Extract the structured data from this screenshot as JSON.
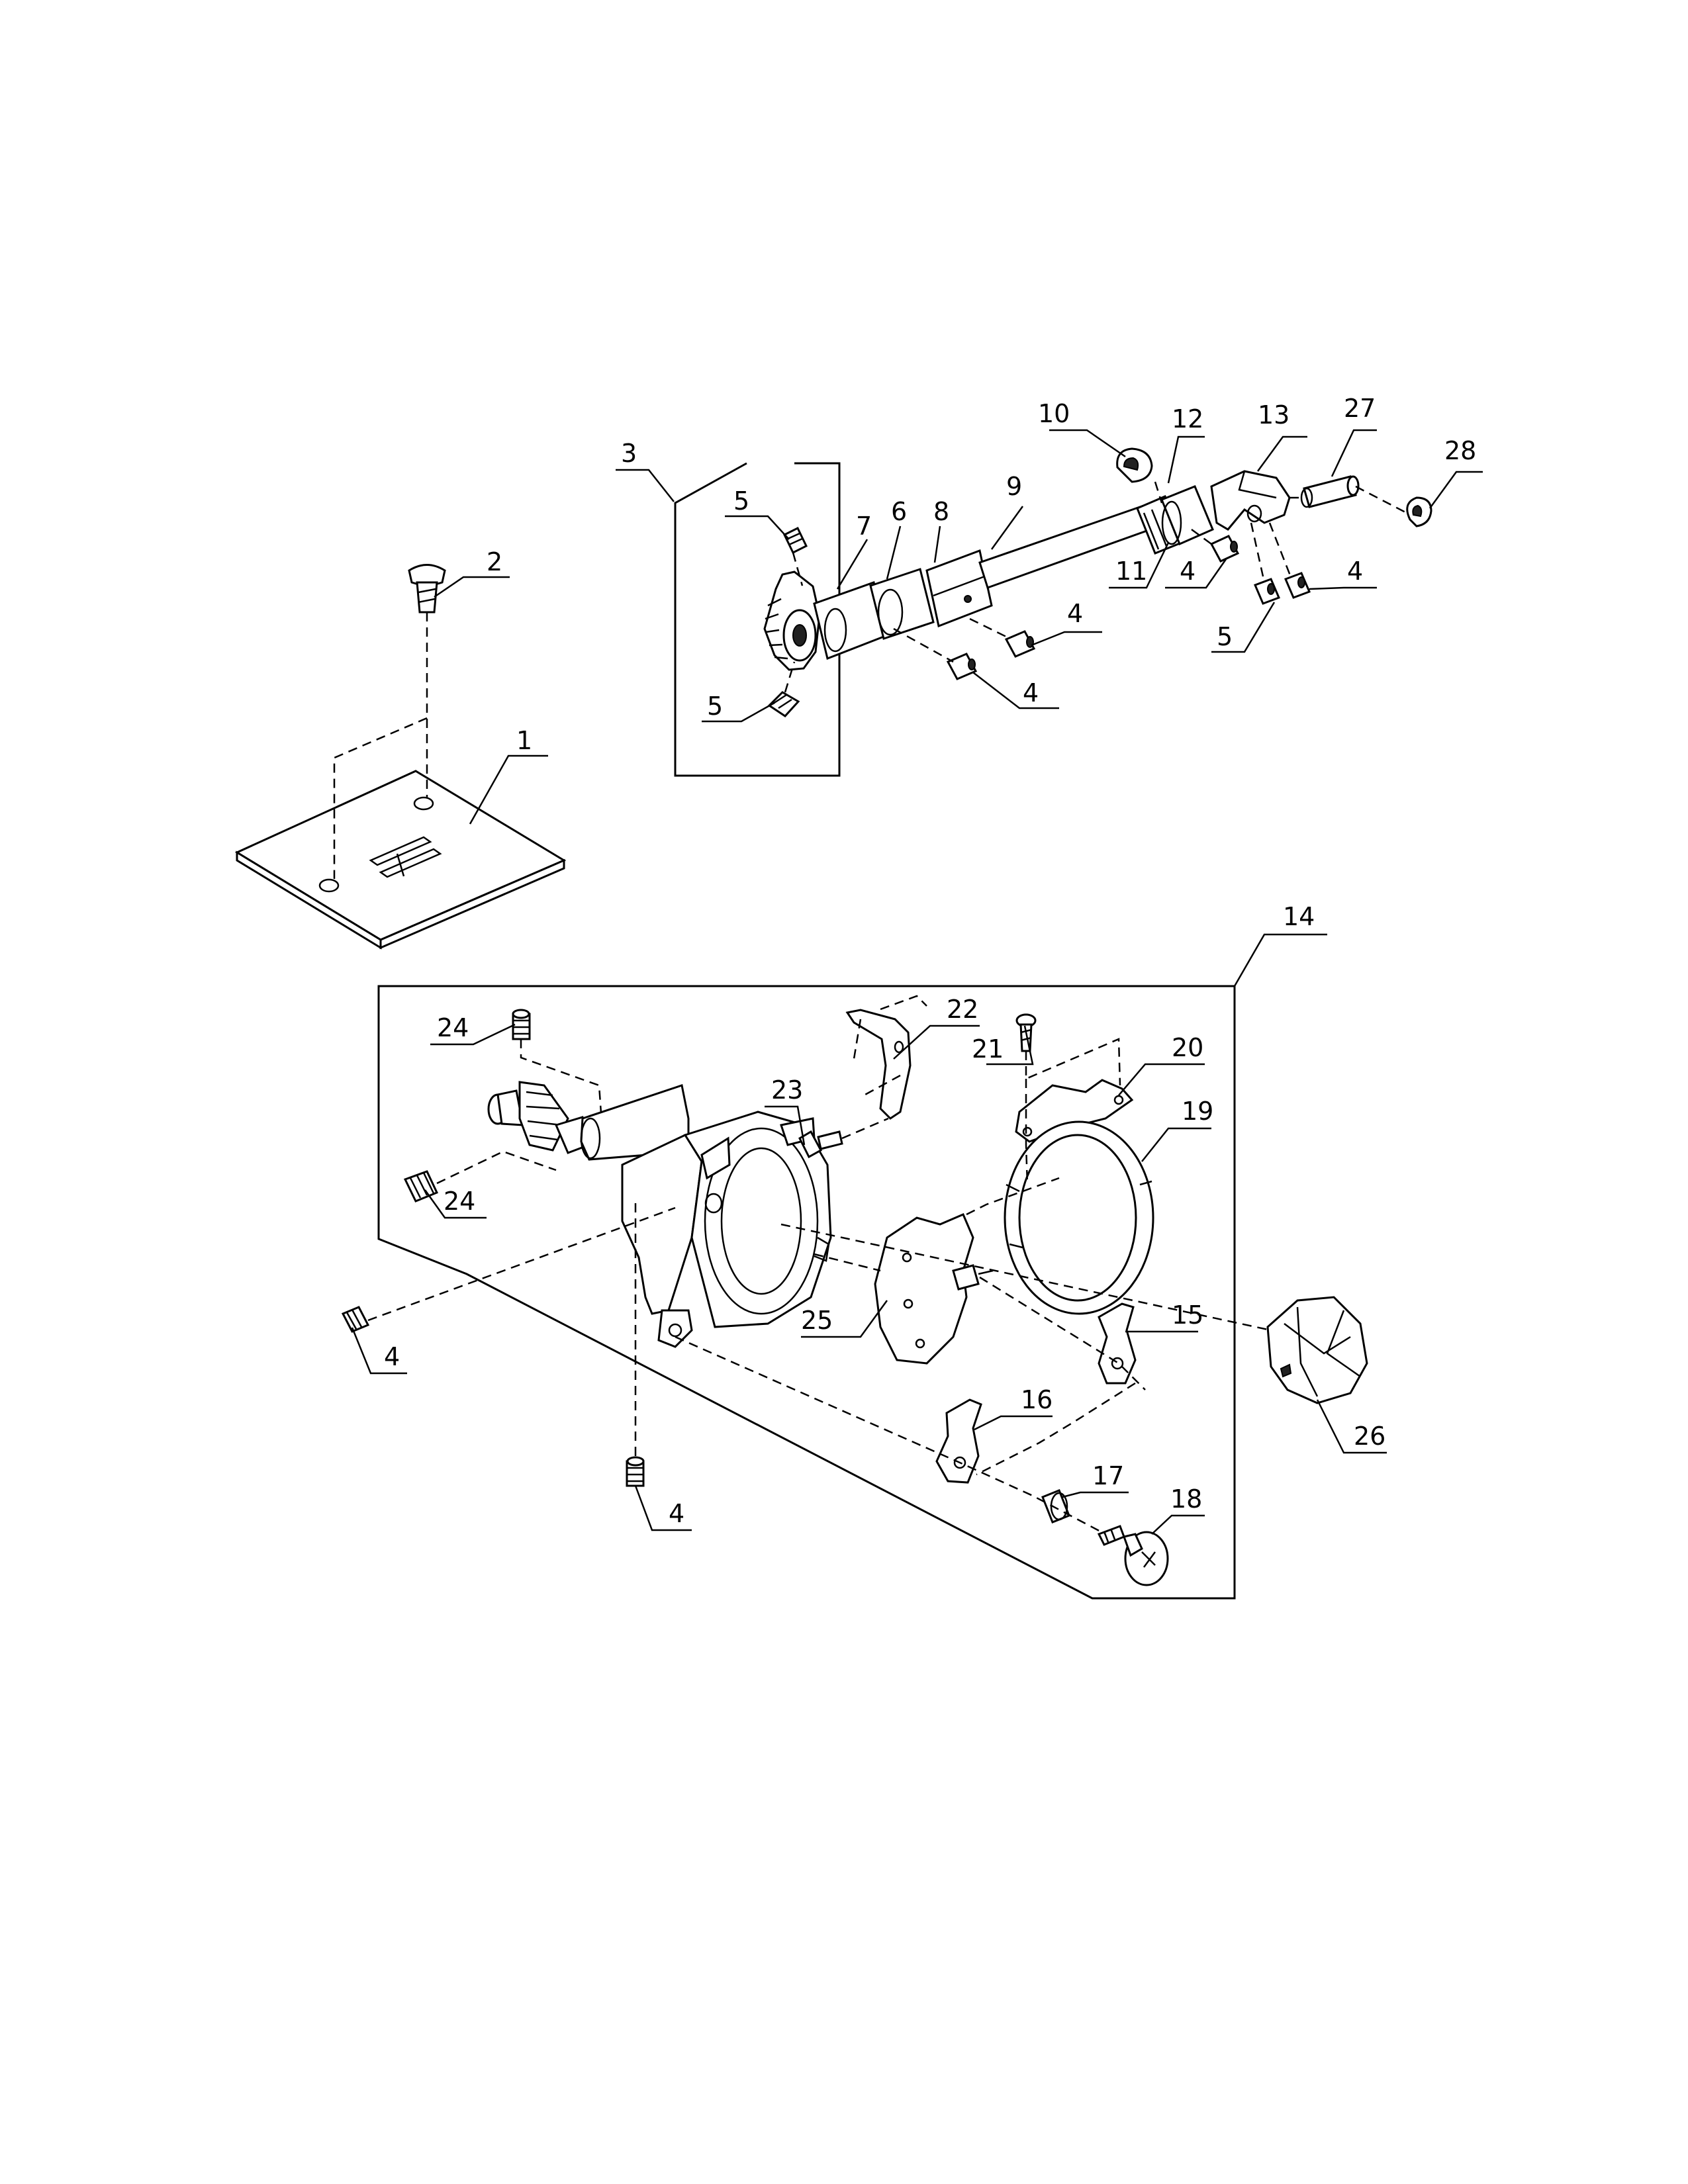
{
  "callouts": {
    "c1": "1",
    "c2": "2",
    "c3": "3",
    "c4a": "4",
    "c4b": "4",
    "c4c": "4",
    "c4d": "4",
    "c4e": "4",
    "c4f": "4",
    "c5a": "5",
    "c5b": "5",
    "c5c": "5",
    "c6": "6",
    "c7": "7",
    "c8": "8",
    "c9": "9",
    "c10": "10",
    "c11": "11",
    "c12": "12",
    "c13": "13",
    "c14": "14",
    "c15": "15",
    "c16": "16",
    "c17": "17",
    "c18": "18",
    "c19": "19",
    "c20": "20",
    "c21": "21",
    "c22": "22",
    "c23": "23",
    "c24a": "24",
    "c24b": "24",
    "c25": "25",
    "c26": "26",
    "c27": "27",
    "c28": "28"
  }
}
